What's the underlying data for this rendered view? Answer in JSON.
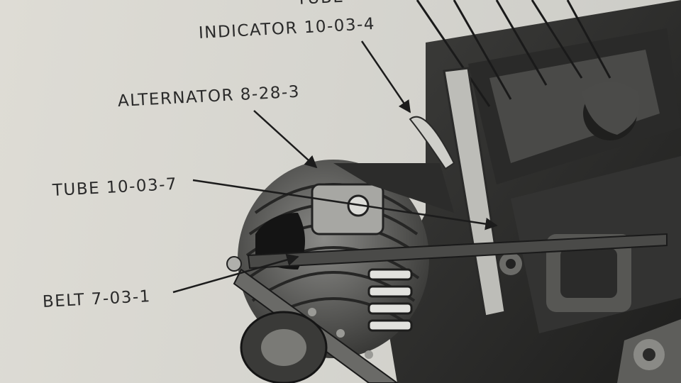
{
  "labels": {
    "tube_top": "TUBE",
    "indicator": "INDICATOR 10-03-4",
    "alternator": "ALTERNATOR 8-28-3",
    "tube": "TUBE 10-03-7",
    "belt": "BELT 7-03-1"
  }
}
